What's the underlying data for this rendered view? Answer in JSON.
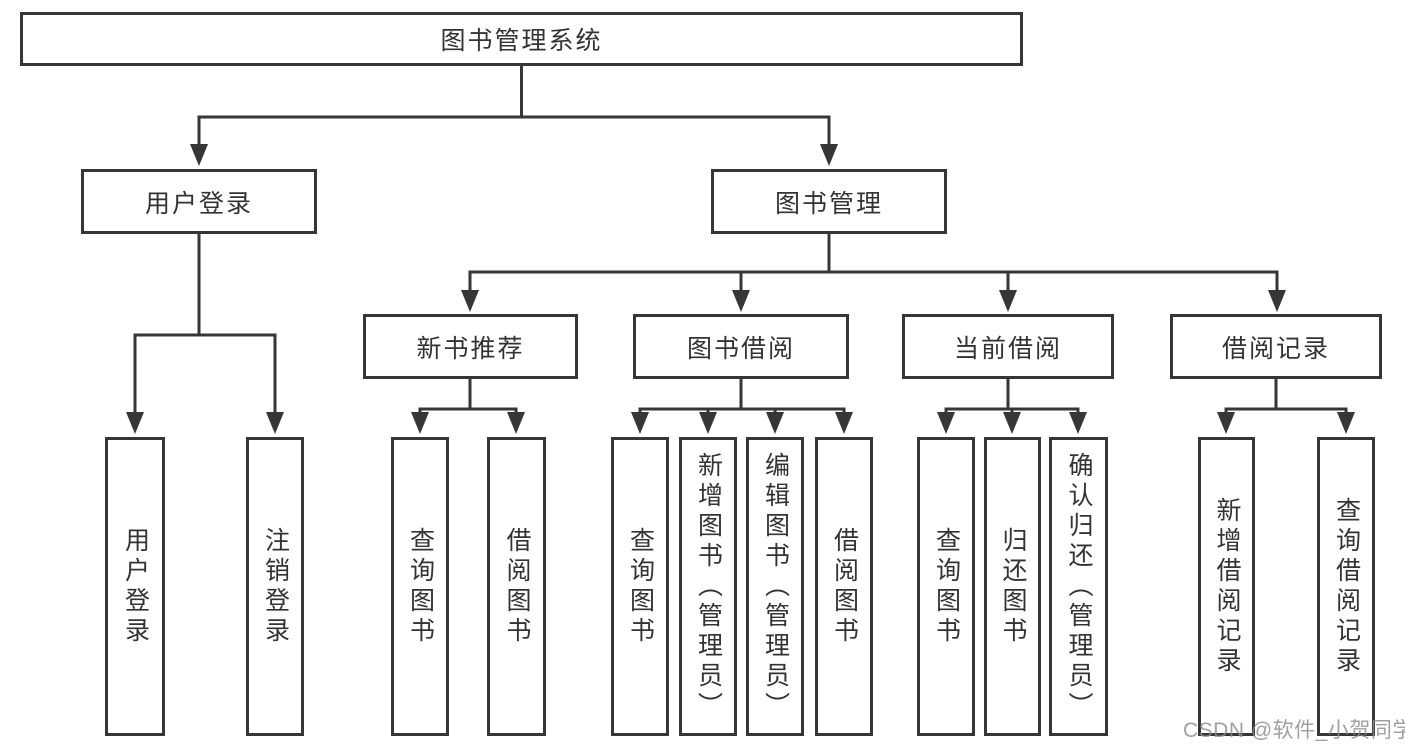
{
  "colors": {
    "background": "#ffffff",
    "line": "#363636",
    "box_border": "#363636",
    "text": "#333333",
    "watermark": "#8c8c8c"
  },
  "watermark": {
    "text": "CSDN @软件_小贺同学"
  },
  "tree": {
    "root": {
      "label": "图书管理系统",
      "children": [
        {
          "label": "用户登录",
          "children": [
            {
              "label": "用户登录"
            },
            {
              "label": "注销登录"
            }
          ]
        },
        {
          "label": "图书管理",
          "children": [
            {
              "label": "新书推荐",
              "children": [
                {
                  "label": "查询图书"
                },
                {
                  "label": "借阅图书"
                }
              ]
            },
            {
              "label": "图书借阅",
              "children": [
                {
                  "label": "查询图书"
                },
                {
                  "label": "新增图书（管理员）"
                },
                {
                  "label": "编辑图书（管理员）"
                },
                {
                  "label": "借阅图书"
                }
              ]
            },
            {
              "label": "当前借阅",
              "children": [
                {
                  "label": "查询图书"
                },
                {
                  "label": "归还图书"
                },
                {
                  "label": "确认归还（管理员）"
                }
              ]
            },
            {
              "label": "借阅记录",
              "children": [
                {
                  "label": "新增借阅记录"
                },
                {
                  "label": "查询借阅记录"
                }
              ]
            }
          ]
        }
      ]
    }
  }
}
